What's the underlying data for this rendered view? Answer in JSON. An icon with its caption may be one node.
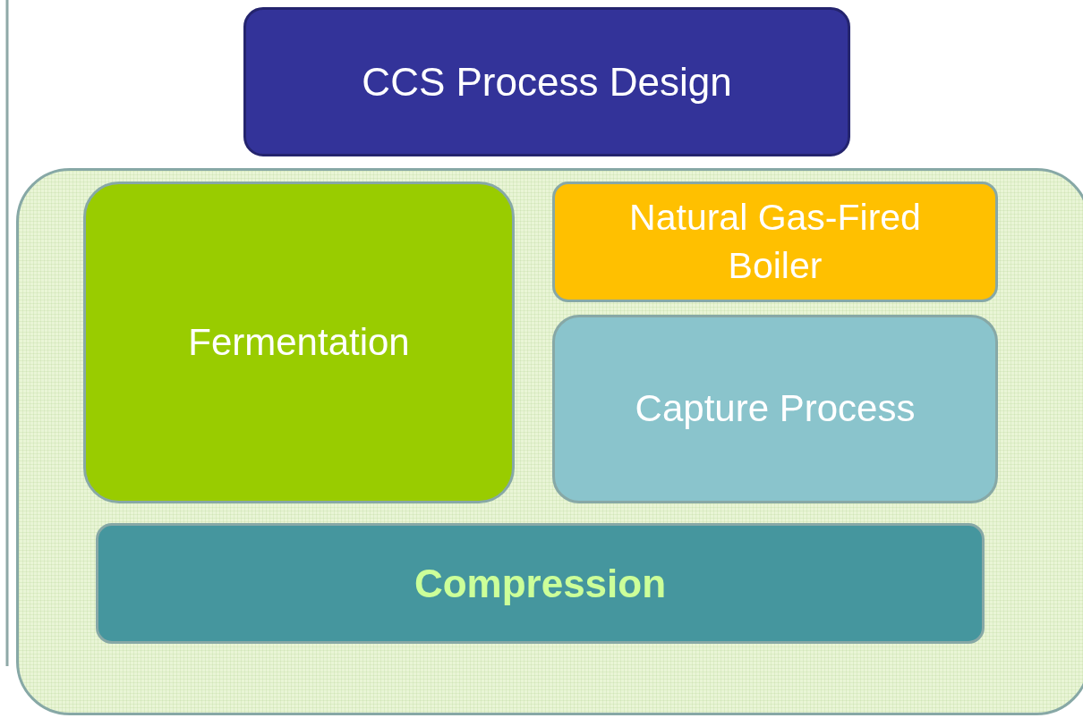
{
  "diagram": {
    "nodes": [
      {
        "text": [
          "CCS Process Design"
        ]
      },
      {
        "text": [],
        "shape": "box"
      },
      {
        "text": [
          "Fermentation"
        ],
        "in": 1
      },
      {
        "text": [
          "Natural Gas-Fired Boiler"
        ],
        "in": 1
      },
      {
        "text": [
          "Capture Process"
        ],
        "in": 1
      },
      {
        "text": [
          "Compression"
        ],
        "in": 1
      }
    ]
  }
}
